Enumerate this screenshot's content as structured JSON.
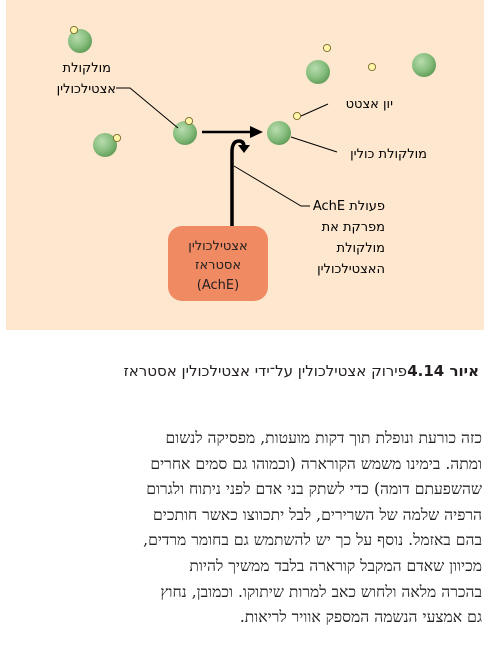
{
  "figure": {
    "background_color": "#fde7cf",
    "molecule_color": "#8cc183",
    "acetate_color": "#fff4a8",
    "enzyme_color": "#f08a63",
    "label_acetylcholine_line1": "מולקולת",
    "label_acetylcholine_line2": "אצטילכולין",
    "label_acetate": "יון אצטט",
    "label_choline": "מולקולת כולין",
    "label_action_line1": "פעולת AchE",
    "label_action_line2": "מפרקת את",
    "label_action_line3": "מולקולת",
    "label_action_line4": "האצטילכולין",
    "enzyme_line1": "אצטילכולין",
    "enzyme_line2": "אסטראז",
    "enzyme_line3": "(AchE)"
  },
  "caption": {
    "number": "איור 4.14",
    "text": "פירוק אצטילכולין על־ידי אצטילכולין אסטראז"
  },
  "body": {
    "line1": "כזה כורעת ונופלת תוך דקות מועטות, מפסיקה לנשום",
    "line2": "ומתה. בימינו משמש הקורארה (וכמוהו גם סמים אחרים",
    "line3": "שהשפעתם דומה) כדי לשתק בני אדם לפני ניתוח ולגרום",
    "line4": "הרפיה שלמה של השרירים, לבל יתכווצו כאשר חותכים",
    "line5": "בהם באזמל. נוסף על כך יש להשתמש גם בחומר מרדים,",
    "line6": "מכיוון שאדם המקבל קורארה בלבד ממשיך להיות",
    "line7": "בהכרה מלאה ולחוש כאב למרות שיתוקו. וכמובן, נחוץ",
    "line8": "גם אמצעי הנשמה המספק אוויר לריאות."
  }
}
